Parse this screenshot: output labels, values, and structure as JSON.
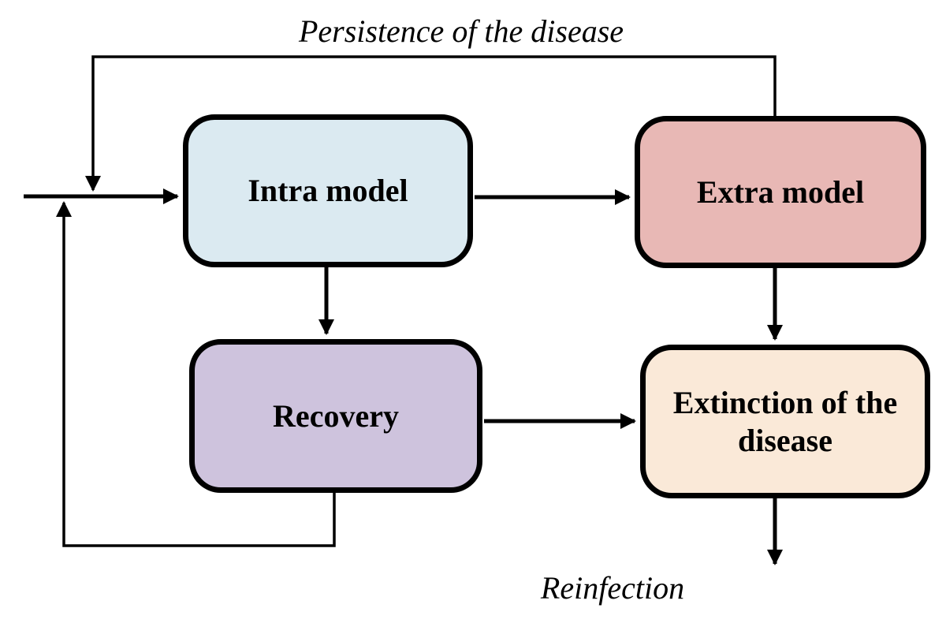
{
  "diagram": {
    "nodes": [
      {
        "id": "intra",
        "label": "Intra model",
        "color": "#dbeaf1"
      },
      {
        "id": "extra",
        "label": "Extra model",
        "color": "#e8b8b5"
      },
      {
        "id": "recovery",
        "label": "Recovery",
        "color": "#cec3dd"
      },
      {
        "id": "extinction",
        "label": "Extinction of the disease",
        "color": "#fae9d8"
      }
    ],
    "labels": {
      "persistence": "Persistence of the disease",
      "reinfection": "Reinfection"
    },
    "edges": [
      {
        "from": "external",
        "to": "intra",
        "label": ""
      },
      {
        "from": "intra",
        "to": "extra",
        "label": ""
      },
      {
        "from": "extra",
        "to": "intra",
        "label": "Persistence of the disease"
      },
      {
        "from": "intra",
        "to": "recovery",
        "label": ""
      },
      {
        "from": "extra",
        "to": "extinction",
        "label": ""
      },
      {
        "from": "recovery",
        "to": "extinction",
        "label": ""
      },
      {
        "from": "recovery",
        "to": "intra",
        "label": ""
      },
      {
        "from": "extinction",
        "to": "external",
        "label": "Reinfection"
      }
    ],
    "stroke_color": "#000000",
    "border_color": "#000000"
  }
}
